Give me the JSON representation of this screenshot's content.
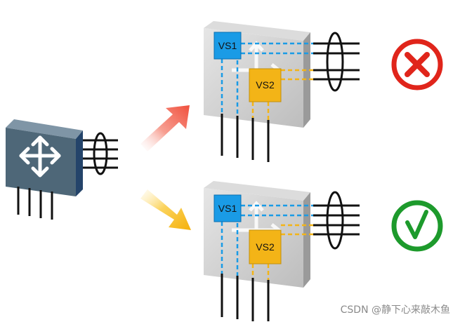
{
  "diagram": {
    "top_device": {
      "vs1_label": "VS1",
      "vs2_label": "VS2",
      "result_icon": "cross-icon",
      "result_color": "#e0251b"
    },
    "bottom_device": {
      "vs1_label": "VS1",
      "vs2_label": "VS2",
      "result_icon": "check-icon",
      "result_color": "#1d9a2c"
    },
    "source_device_icon": "router-arrows-icon",
    "colors": {
      "vs1": "#1a9be6",
      "vs2": "#f3b417",
      "chassis": "#cfcfcf",
      "router": "#4d6678",
      "arrow_red": "#f05a47",
      "arrow_yellow": "#f6b40a"
    }
  },
  "watermark": "CSDN @静下心来敲木鱼"
}
